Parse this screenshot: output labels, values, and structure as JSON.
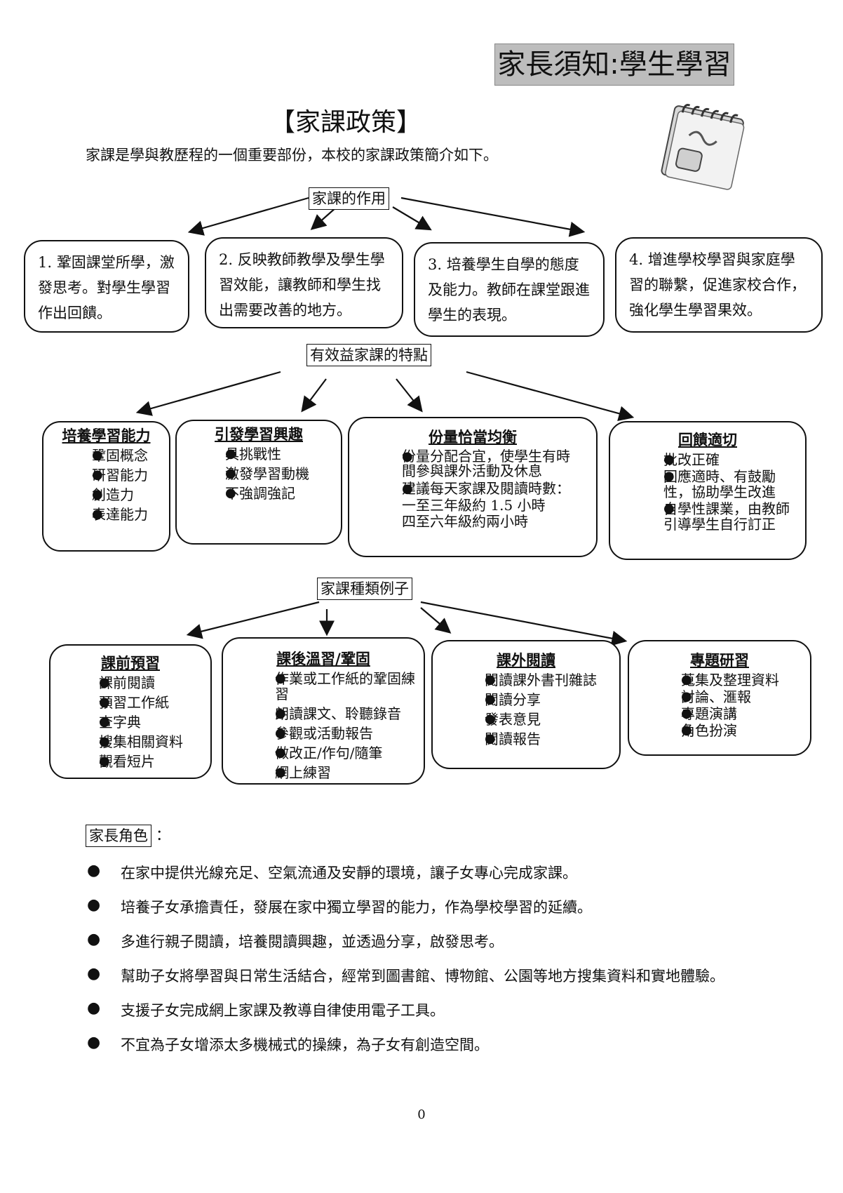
{
  "header": {
    "title": "家長須知:學生學習"
  },
  "policy": {
    "title": "【家課政策】",
    "intro": "家課是學與教歷程的一個重要部份，本校的家課政策簡介如下。"
  },
  "functions": {
    "label": "家課的作用",
    "items": [
      {
        "text": "1. 鞏固課堂所學，激發思考。對學生學習作出回饋。"
      },
      {
        "text": "2. 反映教師教學及學生學習效能，讓教師和學生找出需要改善的地方。"
      },
      {
        "text": "3. 培養學生自學的態度及能力。教師在課堂跟進學生的表現。"
      },
      {
        "text": "4. 增進學校學習與家庭學習的聯繫，促進家校合作，強化學生學習果效。"
      }
    ]
  },
  "features": {
    "label": "有效益家課的特點",
    "items": [
      {
        "title": "培養學習能力",
        "bullets": [
          "鞏固概念",
          "研習能力",
          "創造力",
          "表達能力"
        ]
      },
      {
        "title": "引發學習興趣",
        "bullets": [
          "具挑戰性",
          "激發學習動機",
          "不強調強記"
        ]
      },
      {
        "title": "份量恰當均衡",
        "bullets": [
          "份量分配合宜，使學生有時間參與課外活動及休息",
          "建議每天家課及閱讀時數："
        ],
        "extra": [
          "一至三年級約 1.5 小時",
          "四至六年級約兩小時"
        ]
      },
      {
        "title": "回饋適切",
        "bullets": [
          "批改正確",
          "回應適時、有鼓勵性，協助學生改進",
          "自學性課業，由教師引導學生自行訂正"
        ]
      }
    ]
  },
  "types": {
    "label": "家課種類例子",
    "items": [
      {
        "title": "課前預習",
        "bullets": [
          "課前閱讀",
          "預習工作紙",
          "查字典",
          "搜集相關資料",
          "觀看短片"
        ]
      },
      {
        "title": "課後溫習/鞏固",
        "bullets": [
          "作業或工作紙的鞏固練習",
          "朗讀課文、聆聽錄音",
          "參觀或活動報告",
          "做改正/作句/隨筆",
          "網上練習"
        ]
      },
      {
        "title": "課外閱讀",
        "bullets": [
          "閱讀課外書刊雜誌",
          "閱讀分享",
          "發表意見",
          "閱讀報告"
        ]
      },
      {
        "title": "專題研習",
        "bullets": [
          "蒐集及整理資料",
          "討論、滙報",
          "專題演講",
          "角色扮演"
        ]
      }
    ]
  },
  "parents": {
    "label": "家長角色",
    "colon": "：",
    "items": [
      "在家中提供光線充足、空氣流通及安靜的環境，讓子女專心完成家課。",
      "培養子女承擔責任，發展在家中獨立學習的能力，作為學校學習的延續。",
      "多進行親子閱讀，培養閱讀興趣，並透過分享，啟發思考。",
      "幫助子女將學習與日常生活結合，經常到圖書館、博物館、公園等地方搜集資料和實地體驗。",
      "支援子女完成網上家課及教導自律使用電子工具。",
      "不宜為子女增添太多機械式的操練，為子女有創造空間。"
    ]
  },
  "page": {
    "number": "0"
  }
}
